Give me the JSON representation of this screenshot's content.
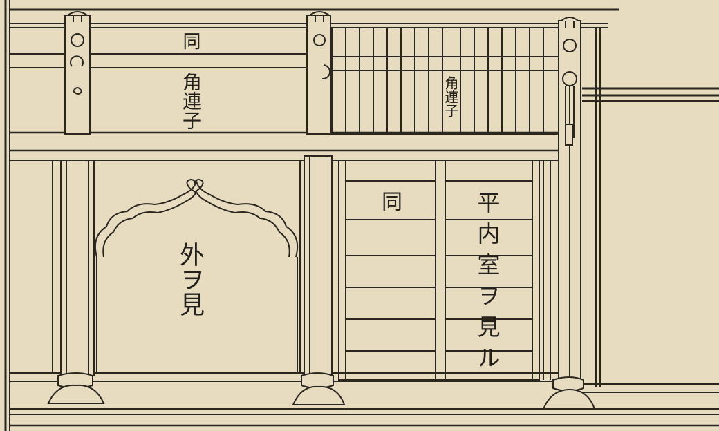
{
  "labels": {
    "upper_left_same": "同",
    "upper_left_lattice": "角連子",
    "upper_right_lattice": "角連子",
    "arch_panel": "外ヲ見",
    "door_same": "同",
    "door_inner": "平内室ヲ見ル"
  },
  "colors": {
    "paper": "#e8dcc0",
    "ink": "#2a2620"
  }
}
